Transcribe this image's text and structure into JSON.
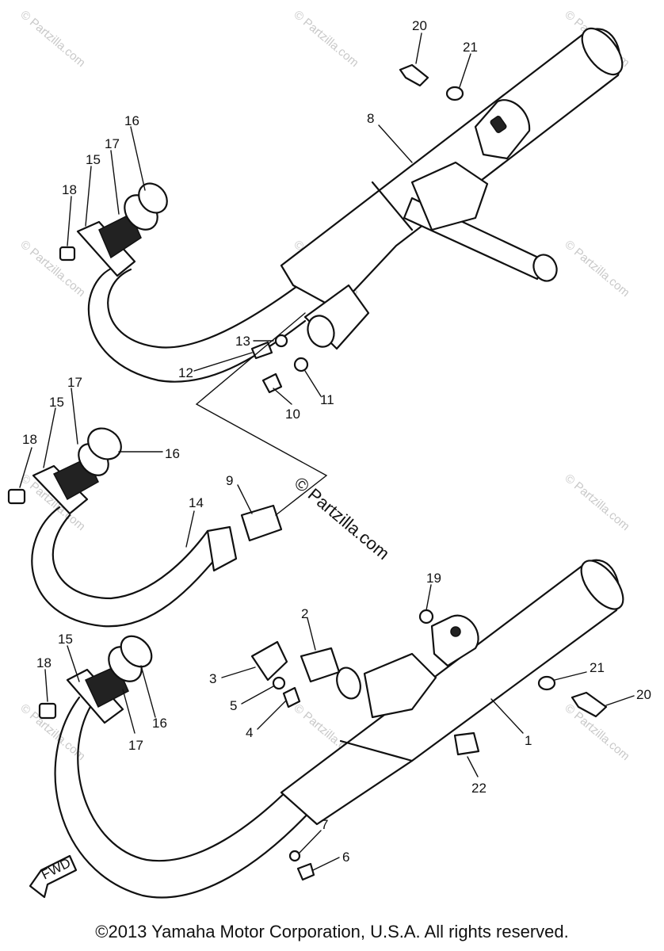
{
  "watermark": "© Partzilla.com",
  "center_watermark": "© Partzilla.com",
  "fwd_label": "FWD",
  "copyright": "©2013 Yamaha Motor Corporation, U.S.A. All rights reserved.",
  "callouts": {
    "c1": "1",
    "c2": "2",
    "c3": "3",
    "c4": "4",
    "c5": "5",
    "c6": "6",
    "c7": "7",
    "c8": "8",
    "c9": "9",
    "c10": "10",
    "c11": "11",
    "c12": "12",
    "c13": "13",
    "c14": "14",
    "c15a": "15",
    "c15b": "15",
    "c15c": "15",
    "c16a": "16",
    "c16b": "16",
    "c16c": "16",
    "c17a": "17",
    "c17b": "17",
    "c17c": "17",
    "c18a": "18",
    "c18b": "18",
    "c18c": "18",
    "c19": "19",
    "c20a": "20",
    "c20b": "20",
    "c21a": "21",
    "c21b": "21",
    "c22": "22"
  }
}
